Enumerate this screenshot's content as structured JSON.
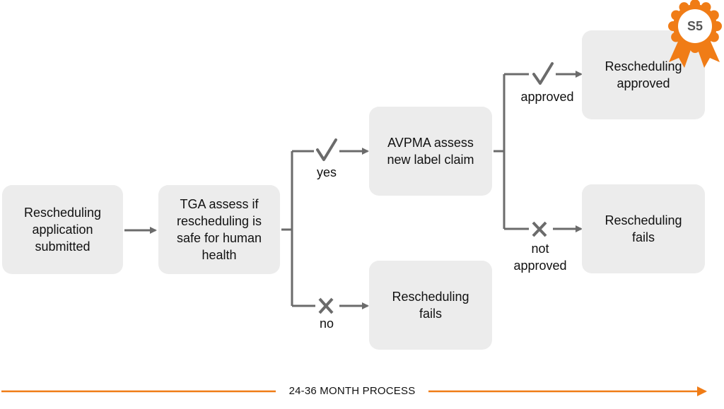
{
  "nodes": {
    "submitted": "Rescheduling application submitted",
    "tga": "TGA assess if rescheduling is safe for human health",
    "avpma": "AVPMA assess new label claim",
    "fails_tga": "Rescheduling fails",
    "approved": "Rescheduling approved",
    "fails_avpma": "Rescheduling fails"
  },
  "edge_labels": {
    "yes": "yes",
    "no": "no",
    "approved": "approved",
    "not_approved": "not approved"
  },
  "badge": {
    "text": "S5",
    "color": "#f07c16"
  },
  "timeline": {
    "label": "24-36 MONTH PROCESS",
    "color": "#f07c16"
  },
  "colors": {
    "box": "#ececec",
    "connector": "#6b6b6b"
  }
}
